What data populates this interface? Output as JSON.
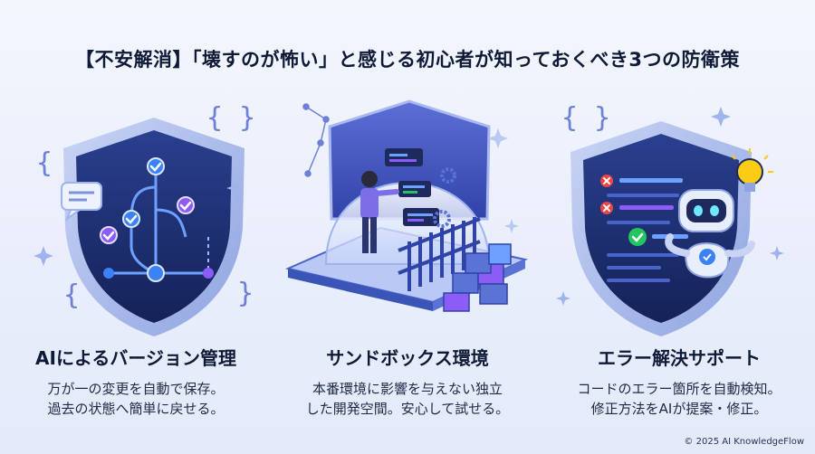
{
  "title": "【不安解消】「壊すのが怖い」と感じる初心者が知っておくべき3つの防衛策",
  "panels": [
    {
      "title": "AIによるバージョン管理",
      "lines": [
        "万が一の変更を自動で保存。",
        "過去の状態へ簡単に戻せる。"
      ],
      "icon": "branch-shield-icon",
      "brace_left": "{",
      "brace_right": "}",
      "brace_pair": "{ }"
    },
    {
      "title": "サンドボックス環境",
      "lines": [
        "本番環境に影響を与えない独立",
        "した開発空間。安心して試せる。"
      ],
      "icon": "sandbox-dome-icon"
    },
    {
      "title": "エラー解決サポート",
      "lines": [
        "コードのエラー箇所を自動検知。",
        "修正方法をAIが提案・修正。"
      ],
      "icon": "robot-shield-icon",
      "brace_pair": "{ }"
    }
  ],
  "footer": "© 2025 AI KnowledgeFlow",
  "colors": {
    "navy": "#1b2d6b",
    "shield_edge": "#8fa4e0",
    "accent_blue": "#3b82f6",
    "accent_purple": "#8b5cf6",
    "check_green": "#22c55e",
    "error_red": "#ef4444",
    "bulb_yellow": "#facc15"
  }
}
